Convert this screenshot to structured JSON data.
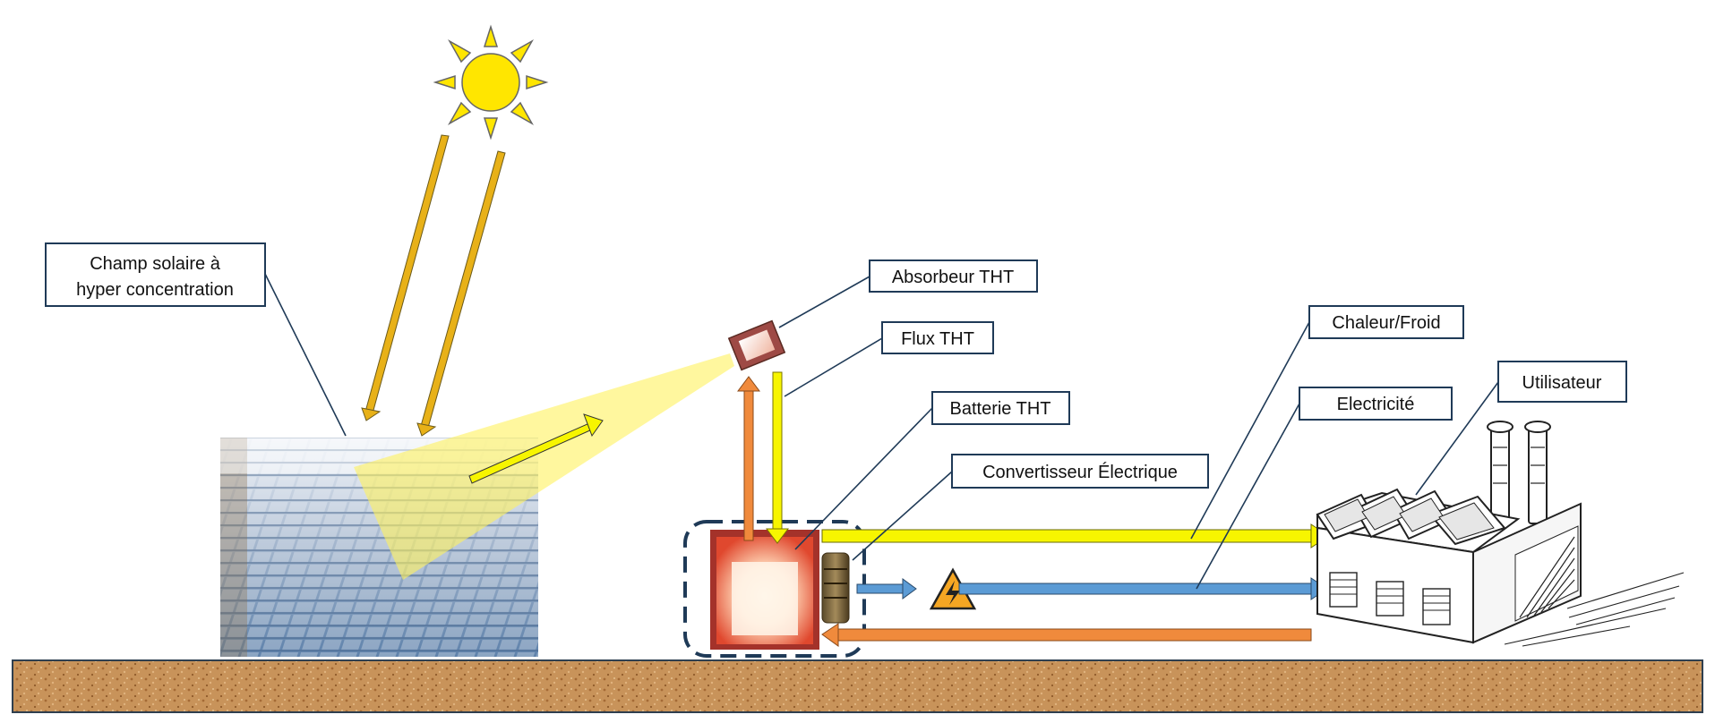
{
  "labels": {
    "solar_field_line1": "Champ solaire à",
    "solar_field_line2": "hyper concentration",
    "absorber": "Absorbeur THT",
    "flux": "Flux THT",
    "battery": "Batterie THT",
    "converter": "Convertisseur Électrique",
    "heat_cold": "Chaleur/Froid",
    "electricity": "Electricité",
    "user": "Utilisateur"
  },
  "colors": {
    "sun": "#FFE600",
    "incoming_rays": "#E8B118",
    "yellow_flux": "#F7F500",
    "orange_return": "#F08A3C",
    "blue_electric": "#5B9BD5",
    "ground": "#C8935A",
    "battery_dash": "#1F3A57"
  },
  "icons": {
    "sun": "sun-icon",
    "warning": "high-voltage-warning-icon",
    "factory": "factory-icon",
    "mirror_field": "heliostat-field-icon",
    "converter": "electric-converter-icon",
    "battery": "thermal-battery-icon",
    "absorber": "absorber-icon"
  }
}
